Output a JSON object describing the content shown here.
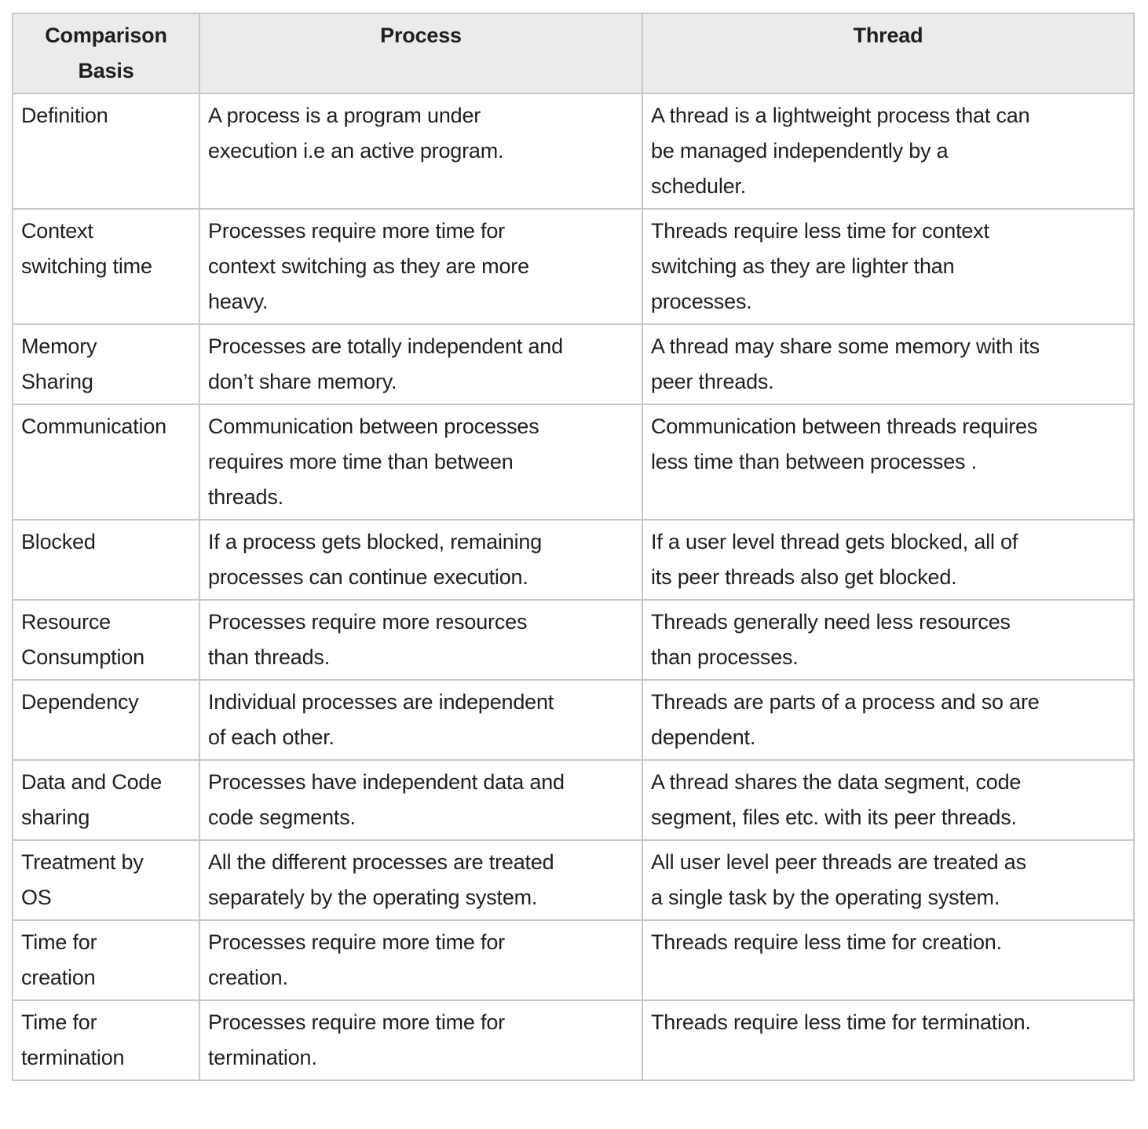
{
  "table": {
    "title": "Process vs Thread comparison table",
    "colors": {
      "header_background": "#ebebeb",
      "border": "#c8c8c8",
      "text": "#1f1f1f",
      "page_background": "#ffffff"
    },
    "columns": [
      {
        "key": "basis",
        "label": "Comparison\nBasis"
      },
      {
        "key": "process",
        "label": "Process"
      },
      {
        "key": "thread",
        "label": "Thread"
      }
    ],
    "rows": [
      {
        "basis": "Definition",
        "process": "A process is a program under\nexecution i.e an active program.",
        "thread": "A thread is a lightweight process that can\nbe managed independently by a\nscheduler."
      },
      {
        "basis": "Context\nswitching time",
        "process": "Processes require more time for\ncontext switching as they are more\nheavy.",
        "thread": "Threads require less time for context\nswitching as they are lighter than\nprocesses."
      },
      {
        "basis": "Memory\nSharing",
        "process": "Processes are totally independent and\ndon’t share memory.",
        "thread": "A thread may share some memory with its\npeer threads."
      },
      {
        "basis": "Communication",
        "process": "Communication between processes\nrequires more time than between\nthreads.",
        "thread": "Communication between threads requires\nless time than between processes ."
      },
      {
        "basis": "Blocked",
        "process": "If a process gets blocked, remaining\nprocesses can continue execution.",
        "thread": "If a user level thread gets blocked, all of\nits peer threads also get blocked."
      },
      {
        "basis": "Resource\nConsumption",
        "process": "Processes require more resources\nthan threads.",
        "thread": "Threads generally need less resources\nthan processes."
      },
      {
        "basis": "Dependency",
        "process": "Individual processes are independent\nof each other.",
        "thread": "Threads are parts of a process and so are\ndependent."
      },
      {
        "basis": "Data and Code\nsharing",
        "process": "Processes have independent data and\ncode segments.",
        "thread": "A thread shares the data segment, code\nsegment, files etc. with its peer threads."
      },
      {
        "basis": "Treatment by\nOS",
        "process": "All the different processes are treated\nseparately by the operating system.",
        "thread": "All user level peer threads are treated as\na single task by the operating system."
      },
      {
        "basis": "Time for\ncreation",
        "process": "Processes require more time for\ncreation.",
        "thread": "Threads require less time for creation."
      },
      {
        "basis": "Time for\ntermination",
        "process": "Processes require more time for\ntermination.",
        "thread": "Threads require less time for termination."
      }
    ]
  }
}
